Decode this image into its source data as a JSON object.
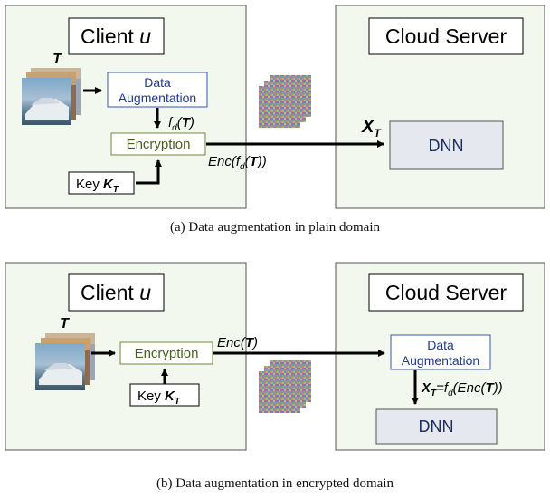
{
  "colors": {
    "panel_fill": "#f3f8ef",
    "dnn_fill": "#e6e8ef",
    "data_aug_text": "#1f3a8c",
    "data_aug_border": "#3a57a8",
    "encryption_text": "#4a5f22",
    "encryption_border": "#6e8a3a",
    "dnn_text": "#1f2f60",
    "arrow": "#000000"
  },
  "icons": [
    "image-stack-icon",
    "encrypted-image-stack-icon"
  ],
  "top": {
    "client_title": "Client",
    "client_var": "u",
    "server_title": "Cloud Server",
    "input_label": "T",
    "data_aug_line1": "Data",
    "data_aug_line2": "Augmentation",
    "fd_label": "f",
    "fd_sub": "d",
    "fd_arg": "T",
    "encryption": "Encryption",
    "key_text": "Key ",
    "key_var": "K",
    "key_sub": "T",
    "enc_label_pre": "Enc(f",
    "enc_label_sub": "d",
    "enc_label_arg": "T",
    "enc_label_post": "))",
    "x_label": "X",
    "x_sub": "T",
    "dnn": "DNN",
    "caption": "(a) Data augmentation in plain domain"
  },
  "bottom": {
    "client_title": "Client",
    "client_var": "u",
    "server_title": "Cloud Server",
    "input_label": "T",
    "encryption": "Encryption",
    "key_text": "Key ",
    "key_var": "K",
    "key_sub": "T",
    "enc_label_pre": "Enc(",
    "enc_label_arg": "T",
    "enc_label_post": ")",
    "data_aug_line1": "Data",
    "data_aug_line2": "Augmentation",
    "x_label": "X",
    "x_sub": "T",
    "x_eq": "=f",
    "x_fsub": "d",
    "x_enc_pre": "(Enc(",
    "x_enc_arg": "T",
    "x_enc_post": "))",
    "dnn": "DNN",
    "caption": "(b) Data augmentation in encrypted domain"
  }
}
